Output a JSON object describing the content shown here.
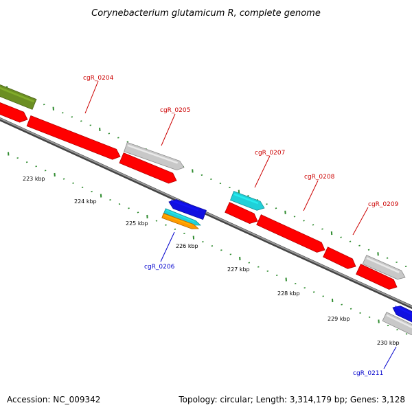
{
  "title": "Corynebacterium glutamicum R, complete genome",
  "footer": {
    "accession": "Accession: NC_009342",
    "summary": "Topology: circular; Length: 3,314,179 bp; Genes: 3,128"
  },
  "colors": {
    "forward": "#ff0000",
    "reverse": "#1010e0",
    "gray": "#c8c8c8",
    "cyan": "#20d0d8",
    "orange": "#ff9900",
    "olive": "#6b8e23",
    "label_red": "#cc0000",
    "label_blue": "#0000cc",
    "tick": "#2e8b2e",
    "backbone": "#777777"
  },
  "ruler": {
    "labels": [
      "223 kbp",
      "224 kbp",
      "225 kbp",
      "226 kbp",
      "227 kbp",
      "228 kbp",
      "229 kbp",
      "230 kbp"
    ]
  },
  "gene_labels": [
    {
      "text": "cgR_0204",
      "color": "label_red"
    },
    {
      "text": "cgR_0205",
      "color": "label_red"
    },
    {
      "text": "cgR_0207",
      "color": "label_red"
    },
    {
      "text": "cgR_0208",
      "color": "label_red"
    },
    {
      "text": "cgR_0209",
      "color": "label_red"
    },
    {
      "text": "cgR_0206",
      "color": "label_blue"
    },
    {
      "text": "cgR_0211",
      "color": "label_blue"
    }
  ],
  "features": [
    {
      "id": "olive-block",
      "color": "olive",
      "direction": "none"
    },
    {
      "id": "fwd-0203",
      "color": "forward",
      "direction": "right"
    },
    {
      "id": "fwd-0204",
      "color": "forward",
      "direction": "right"
    },
    {
      "id": "gray-0205a",
      "color": "gray",
      "direction": "right"
    },
    {
      "id": "fwd-0205",
      "color": "forward",
      "direction": "right"
    },
    {
      "id": "rev-0206",
      "color": "reverse",
      "direction": "left"
    },
    {
      "id": "cyan-0206",
      "color": "cyan",
      "direction": "right"
    },
    {
      "id": "orange-0206",
      "color": "orange",
      "direction": "right"
    },
    {
      "id": "cyan-0207",
      "color": "cyan",
      "direction": "right"
    },
    {
      "id": "fwd-0207",
      "color": "forward",
      "direction": "right"
    },
    {
      "id": "fwd-0208",
      "color": "forward",
      "direction": "right"
    },
    {
      "id": "fwd-0209a",
      "color": "forward",
      "direction": "right"
    },
    {
      "id": "gray-0210",
      "color": "gray",
      "direction": "right"
    },
    {
      "id": "fwd-0210",
      "color": "forward",
      "direction": "right"
    },
    {
      "id": "rev-0211",
      "color": "reverse",
      "direction": "left"
    },
    {
      "id": "gray-0211",
      "color": "gray",
      "direction": "right"
    }
  ]
}
